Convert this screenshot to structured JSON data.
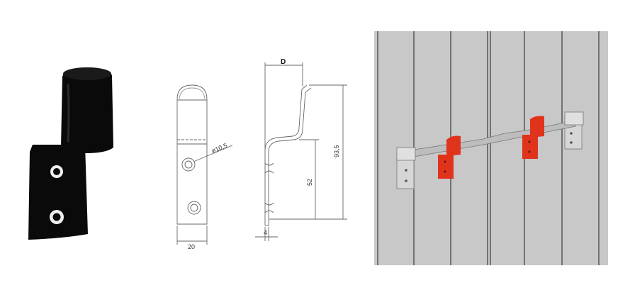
{
  "dimensions": {
    "diameter": "ø10,5",
    "width": "20",
    "depth": "D",
    "height_total": "93,5",
    "height_lower": "52",
    "thickness": "4"
  },
  "colors": {
    "bracket_black": "#0a0a0a",
    "line": "#666666",
    "door": "#c8c8c8",
    "door_line": "#3a3a3a",
    "bar": "#bdbdbd",
    "accent_red": "#e0331c"
  }
}
